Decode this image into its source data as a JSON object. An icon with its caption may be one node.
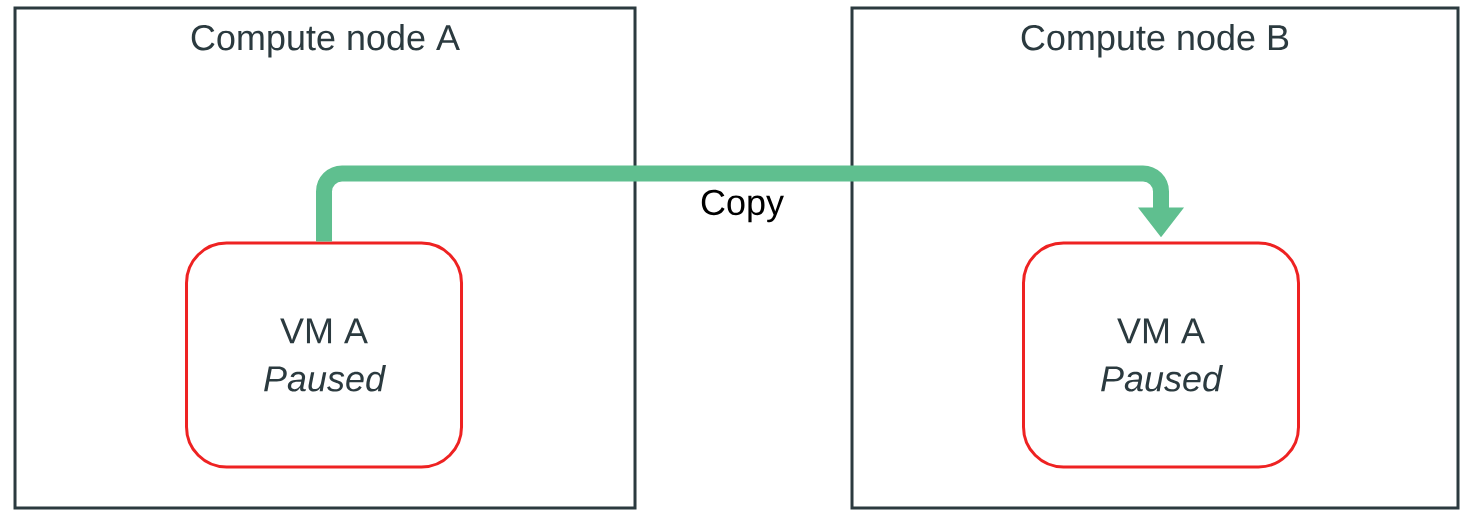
{
  "diagram": {
    "nodes": [
      {
        "text": [
          "Compute node A"
        ]
      },
      {
        "text": [
          "VM A",
          "Paused"
        ],
        "in": 0
      },
      {
        "text": [
          "Compute node B"
        ]
      },
      {
        "text": [
          "VM A",
          "Paused"
        ],
        "in": 2
      }
    ],
    "edges": [
      {
        "from": 1,
        "to": 3,
        "arrow": "to",
        "label": "Copy",
        "color": "#5fbf8f"
      }
    ]
  }
}
